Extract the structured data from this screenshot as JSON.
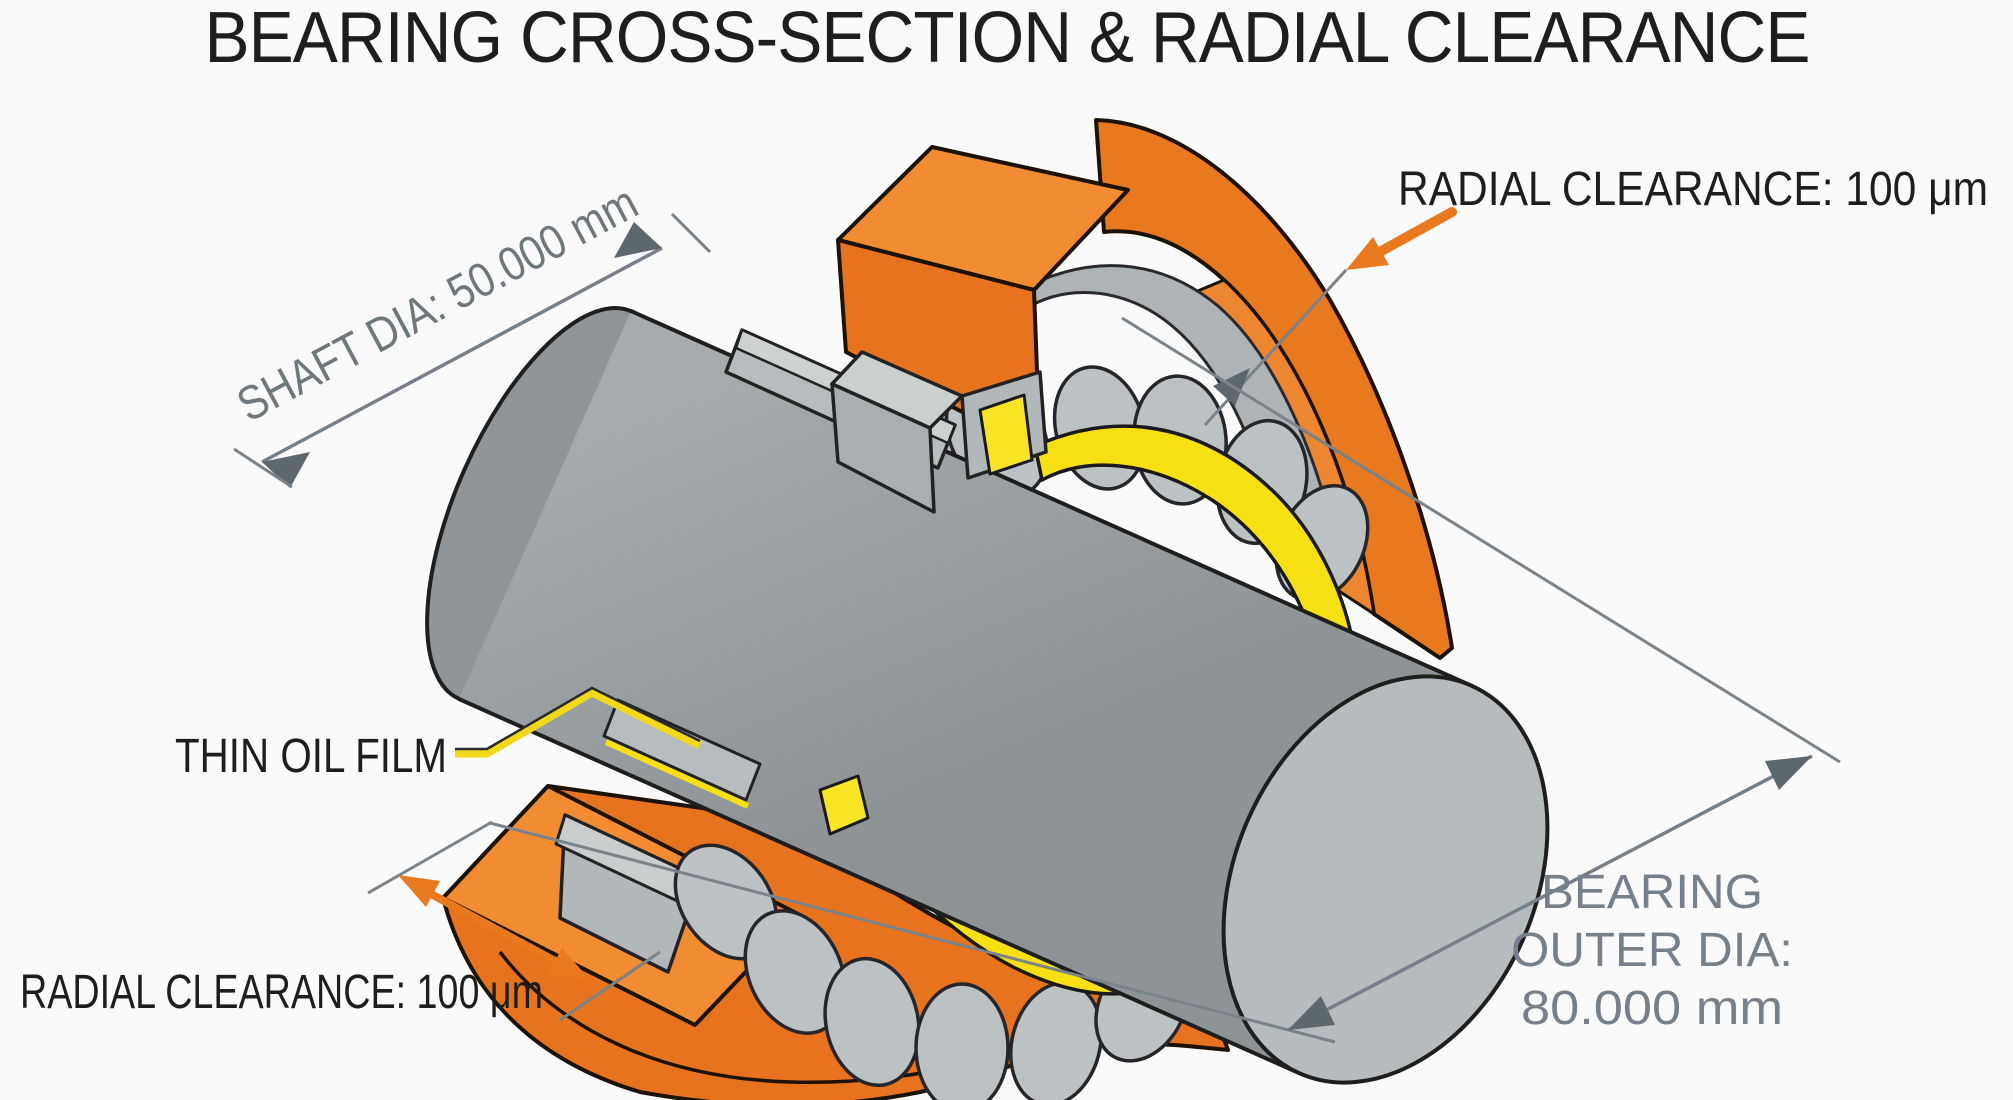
{
  "title": "BEARING CROSS-SECTION & RADIAL CLEARANCE",
  "annotations": {
    "shaft_dia_label": "SHAFT DIA: 50.000 mm",
    "radial_clearance_top_label": "RADIAL CLEARANCE: 100 μm",
    "radial_clearance_bottom_label": "RADIAL CLEARANCE: 100 μm",
    "thin_oil_film_label": "THIN OIL FILM",
    "bearing_outer_dia_label": {
      "line1": "BEARING",
      "line2": "OUTER DIA:",
      "line3": "80.000 mm"
    }
  },
  "dimensions": {
    "shaft_diameter_mm": "50.000",
    "bearing_outer_diameter_mm": "80.000",
    "radial_clearance_um": "100"
  },
  "colors": {
    "orange": "#E8791F",
    "orange_bright": "#F28C33",
    "yellow": "#F6DF12",
    "yellow_bright": "#F8E425",
    "shaft_gray": "#9AA0A3",
    "roller_gray": "#BCC1C3",
    "dimension_gray": "#76808A",
    "text_black": "#1E1E1E",
    "background": "#FAFAFA"
  }
}
